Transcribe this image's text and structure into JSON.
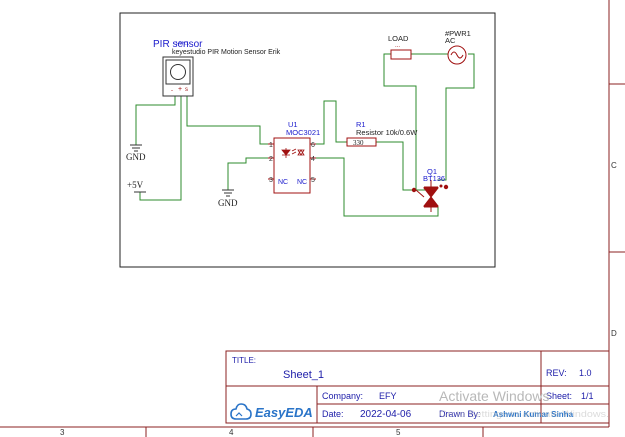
{
  "components": {
    "pir": {
      "ref": "PIR sensor",
      "ref_overlay": "PIR1",
      "value": "keyestudio PIR Motion Sensor Erik",
      "pin_minus": "-",
      "pin_plus": "+",
      "pin_s": "s"
    },
    "u1": {
      "ref": "U1",
      "value": "MOC3021",
      "pins": [
        "1",
        "2",
        "3",
        "4",
        "5",
        "6"
      ],
      "nc_left": "NC",
      "nc_right": "NC"
    },
    "r1": {
      "ref": "R1",
      "value": "Resistor 10k/0.6W",
      "body_label": "330"
    },
    "q1": {
      "ref": "Q1",
      "value": "BT136"
    },
    "load": {
      "ref": "LOAD",
      "pin_mark": "..."
    },
    "pwr": {
      "ref": "#PWR1",
      "value": "AC"
    }
  },
  "power": {
    "gnd1": "GND",
    "gnd2": "GND",
    "vcc": "+5V"
  },
  "title_block": {
    "title_label": "TITLE:",
    "title": "Sheet_1",
    "rev_label": "REV:",
    "rev": "1.0",
    "company_label": "Company:",
    "company": "EFY",
    "sheet_label": "Sheet:",
    "sheet": "1/1",
    "date_label": "Date:",
    "date": "2022-04-06",
    "drawn_label": "Drawn By:",
    "drawn": "Ashwni Kumar Sinha",
    "logo": "EasyEDA"
  },
  "border": {
    "zones_bottom": [
      "3",
      "4",
      "5"
    ],
    "zones_right": [
      "C",
      "D"
    ]
  },
  "watermark": {
    "line1": "Activate Windows",
    "line2": "Go to Settings to activate Windows."
  },
  "colors": {
    "wire": "#2e8b2e",
    "component": "#a01010",
    "text_blue": "#1a1acc",
    "text_dark": "#222222",
    "title_block_text": "#2020aa",
    "logo": "#2a74c8",
    "border_line": "#8b2020"
  }
}
